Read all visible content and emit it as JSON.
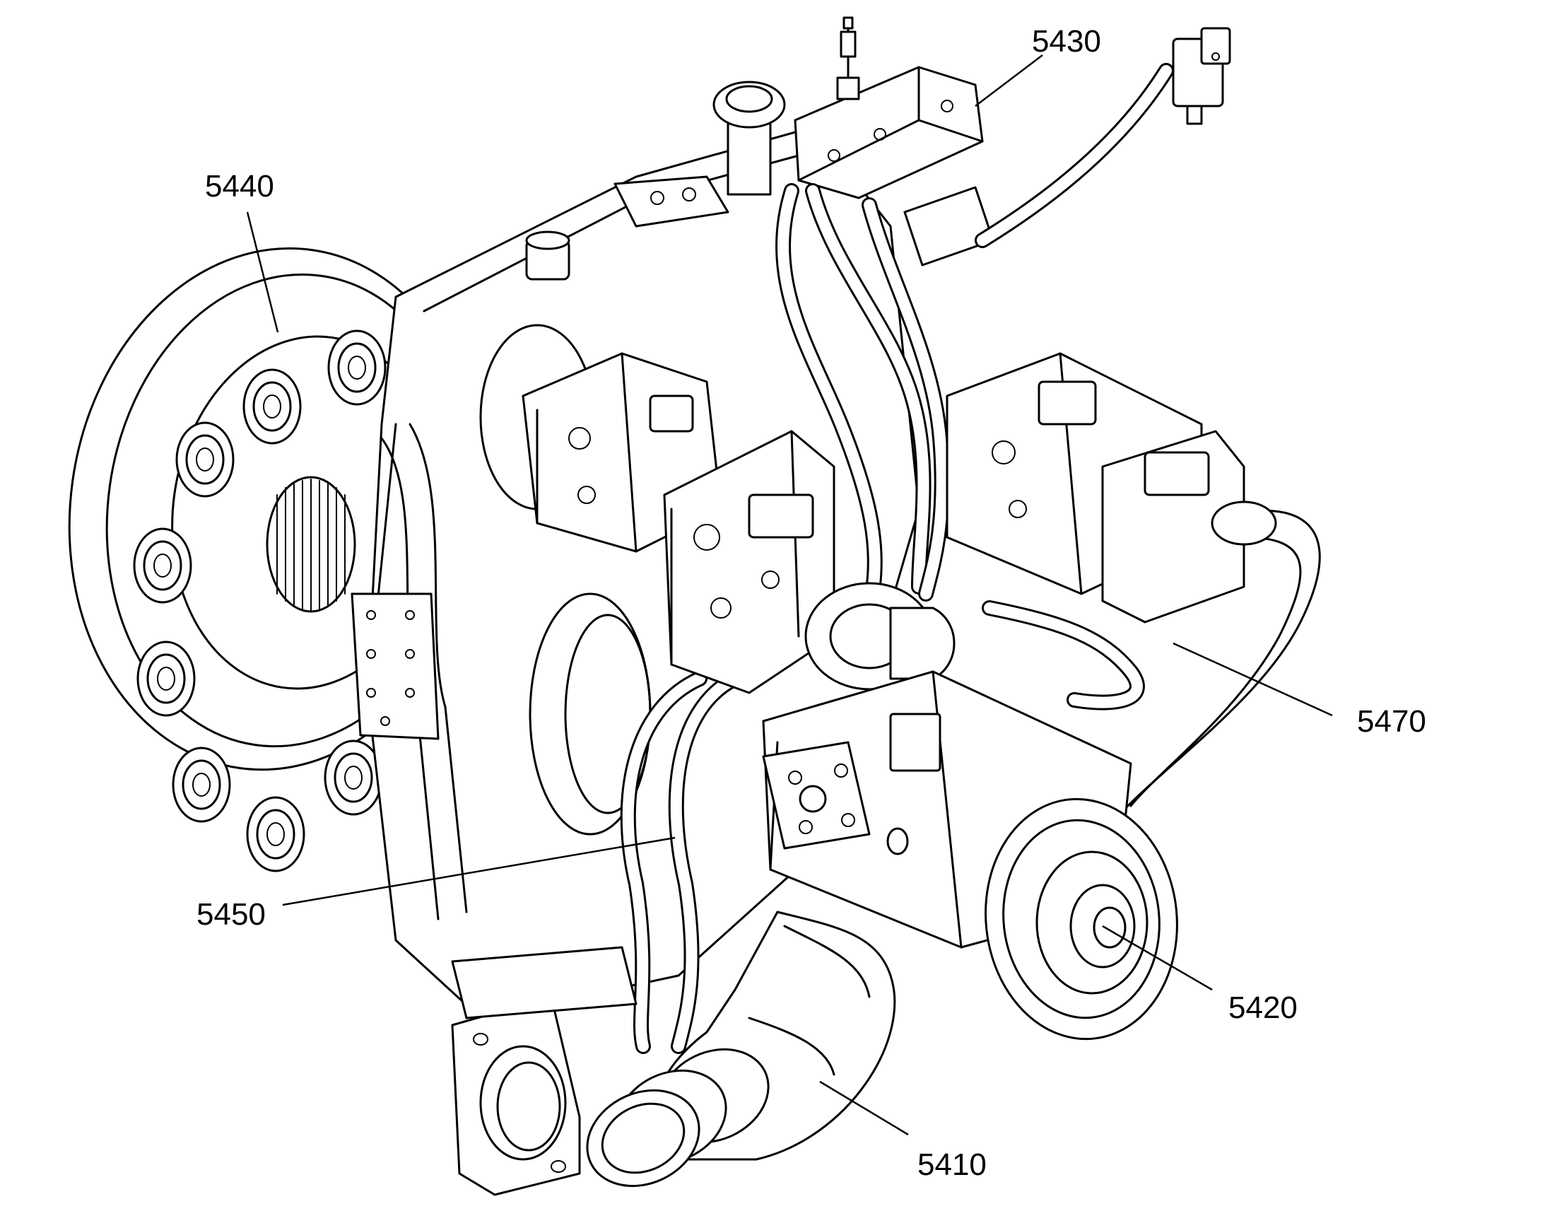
{
  "callouts": [
    {
      "id": "5430",
      "label": "5430"
    },
    {
      "id": "5440",
      "label": "5440"
    },
    {
      "id": "5470",
      "label": "5470"
    },
    {
      "id": "5450",
      "label": "5450"
    },
    {
      "id": "5420",
      "label": "5420"
    },
    {
      "id": "5410",
      "label": "5410"
    }
  ]
}
